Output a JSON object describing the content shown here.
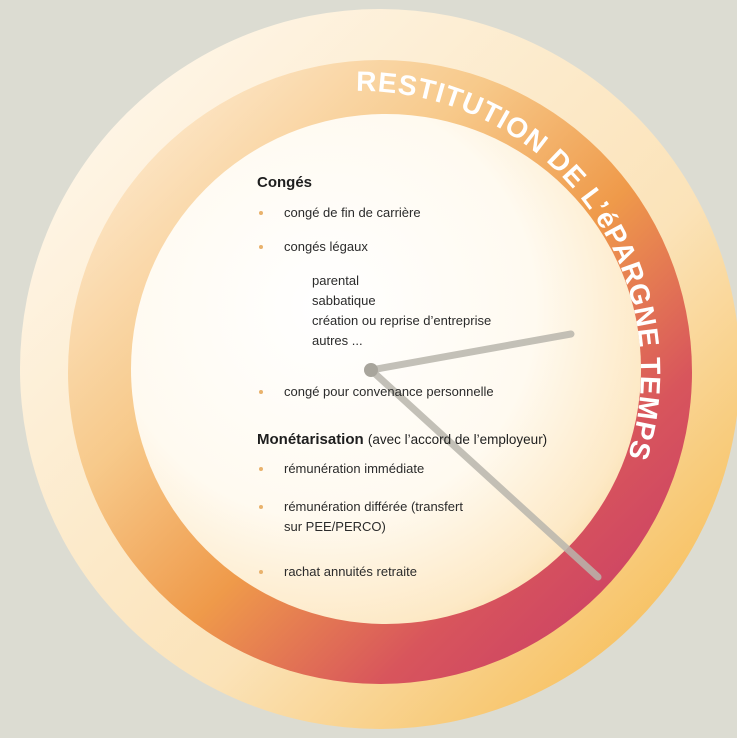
{
  "arc_title": "RESTITUTION DE L’éPARGNE TEMPS",
  "colors": {
    "background": "#dcdcd2",
    "ring_orange": "#f0a642",
    "ring_magenta": "#c4356b",
    "bullet": "#e9b26c",
    "hand": "#b9b6ad"
  },
  "sections": {
    "conges": {
      "title": "Congés",
      "items": [
        "congé de fin de carrière",
        "congés légaux",
        "congé pour convenance personnelle"
      ],
      "sub_items": [
        "parental",
        "sabbatique",
        "création ou reprise d’entreprise",
        "autres ..."
      ]
    },
    "monetisation": {
      "title": "Monétarisation",
      "note": "(avec l’accord de l’employeur)",
      "items": [
        "rémunération immédiate",
        "rémunération différée (transfert",
        "rachat annuités retraite"
      ],
      "item_continuation": "sur PEE/PERCO)"
    }
  }
}
